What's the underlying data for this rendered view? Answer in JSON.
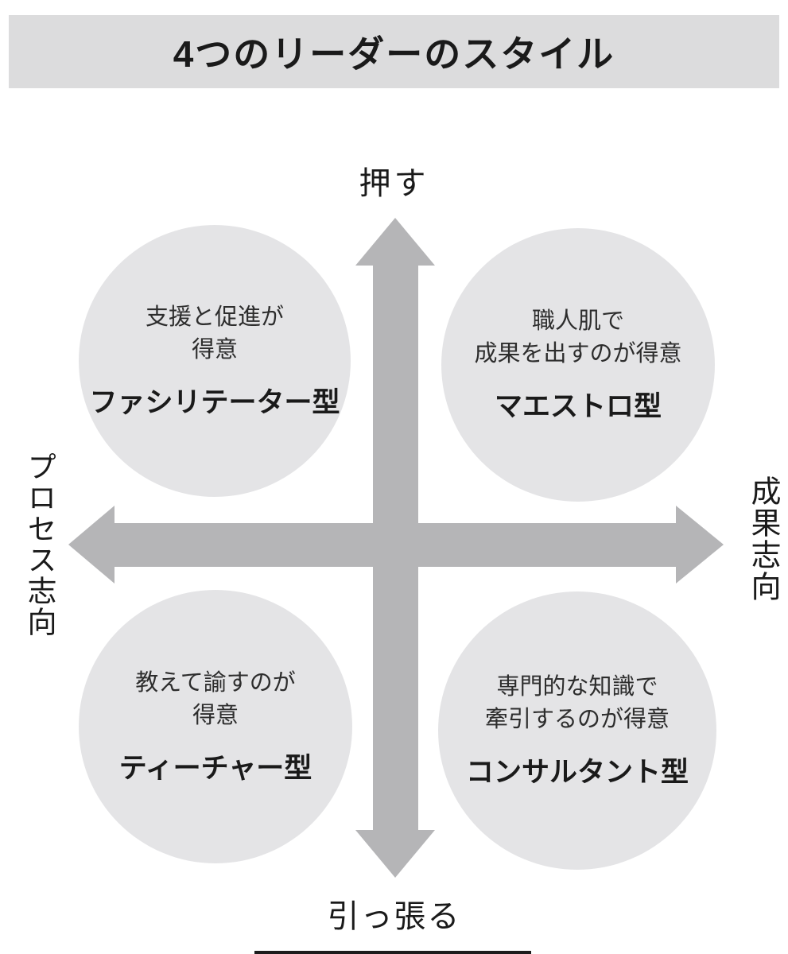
{
  "title": "4つのリーダーのスタイル",
  "axes": {
    "top": "押す",
    "bottom": "引っ張る",
    "left": "プロセス志向",
    "right": "成果志向"
  },
  "quadrants": [
    {
      "position": "top-left",
      "desc1": "支援と促進が",
      "desc2": "得意",
      "type": "ファシリテーター型"
    },
    {
      "position": "top-right",
      "desc1": "職人肌で",
      "desc2": "成果を出すのが得意",
      "type": "マエストロ型"
    },
    {
      "position": "bottom-left",
      "desc1": "教えて諭すのが",
      "desc2": "得意",
      "type": "ティーチャー型"
    },
    {
      "position": "bottom-right",
      "desc1": "専門的な知識で",
      "desc2": "牽引するのが得意",
      "type": "コンサルタント型"
    }
  ],
  "colors": {
    "banner_bg": "#dcdcdd",
    "circle_bg": "#e4e4e6",
    "arrow": "#b5b5b7",
    "text": "#1a1a1a",
    "desc_text": "#2d2d2d",
    "bottom_line": "#1c1c1c"
  }
}
